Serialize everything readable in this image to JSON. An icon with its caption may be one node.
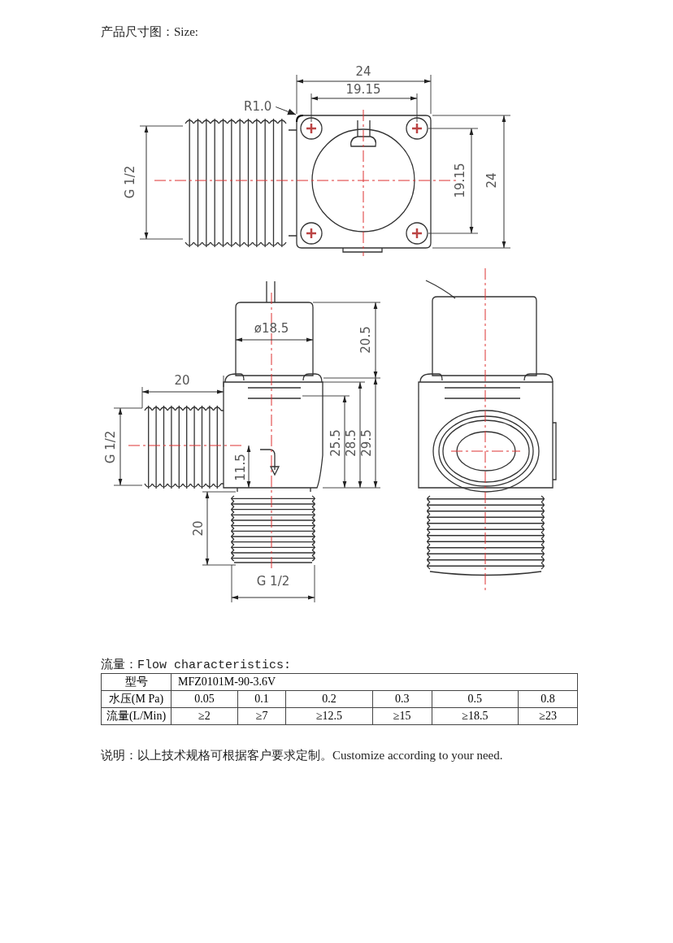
{
  "diagram": {
    "title": "产品尺寸图：Size:",
    "nodes": [
      {
        "text": [
          "R1.0"
        ]
      },
      {
        "text": [],
        "shape": "arc"
      }
    ],
    "edges": [
      {
        "from": 0,
        "to": 1,
        "arrow": "to"
      }
    ],
    "labels": [
      "24",
      "19.15",
      "G 1/2",
      "19.15",
      "24",
      "ø18.5",
      "20.5",
      "20",
      "G 1/2",
      "25.5",
      "28.5",
      "29.5",
      "11.5",
      "20",
      "G 1/2",
      "流量：Flow characteristics:",
      "型号",
      "MFZ0101M-90-3.6V",
      "水压(M Pa)",
      "0.05",
      "0.1",
      "0.2",
      "0.3",
      "0.5",
      "0.8",
      "流量(L/Min)",
      "≥2",
      "≥7",
      "≥12.5",
      "≥15",
      "≥18.5",
      "≥23",
      "说明：以上技术规格可根据客户要求定制。Customize according to your need."
    ]
  }
}
